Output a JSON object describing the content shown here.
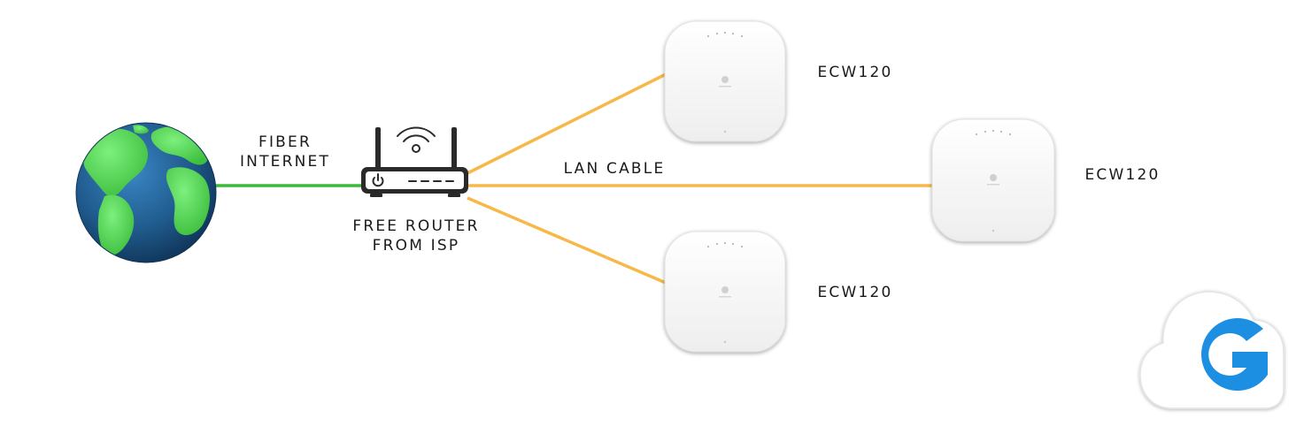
{
  "labels": {
    "fiber_line1": "FIBER",
    "fiber_line2": "INTERNET",
    "lan_cable": "LAN CABLE",
    "router_line1": "FREE ROUTER",
    "router_line2": "FROM ISP"
  },
  "access_points": [
    {
      "model": "ECW120"
    },
    {
      "model": "ECW120"
    },
    {
      "model": "ECW120"
    }
  ],
  "colors": {
    "fiber_line": "#3cb83c",
    "lan_line": "#f7b84a",
    "ocean": "#1f5a8c",
    "land": "#5ad85a",
    "router": "#2a2a2a",
    "logo_blue": "#1a8fe3"
  },
  "icons": {
    "globe": "globe-icon",
    "router": "router-icon",
    "wifi": "wifi-icon",
    "power": "power-icon",
    "access_point": "access-point-icon",
    "logo": "cloud-g-logo"
  }
}
